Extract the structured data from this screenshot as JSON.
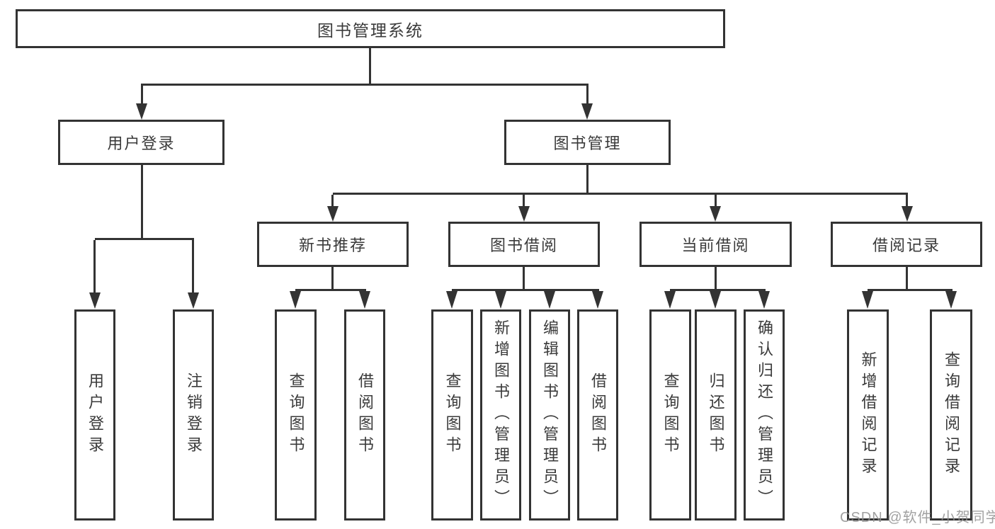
{
  "tree": {
    "root": {
      "label": "图书管理系统"
    },
    "branches": [
      {
        "label": "用户登录",
        "children": [
          {
            "label": "用户登录"
          },
          {
            "label": "注销登录"
          }
        ]
      },
      {
        "label": "图书管理",
        "children": [
          {
            "label": "新书推荐",
            "children": [
              {
                "label": "查询图书"
              },
              {
                "label": "借阅图书"
              }
            ]
          },
          {
            "label": "图书借阅",
            "children": [
              {
                "label": "查询图书"
              },
              {
                "label": "新增图书（管理员）"
              },
              {
                "label": "编辑图书（管理员）"
              },
              {
                "label": "借阅图书"
              }
            ]
          },
          {
            "label": "当前借阅",
            "children": [
              {
                "label": "查询图书"
              },
              {
                "label": "归还图书"
              },
              {
                "label": "确认归还（管理员）"
              }
            ]
          },
          {
            "label": "借阅记录",
            "children": [
              {
                "label": "新增借阅记录"
              },
              {
                "label": "查询借阅记录"
              }
            ]
          }
        ]
      }
    ]
  },
  "watermark": {
    "text": "CSDN @软件_小贺同学"
  },
  "colors": {
    "line": "#333333",
    "box_border": "#333333",
    "text": "#3a3a3a",
    "background": "#ffffff",
    "watermark": "#919191"
  }
}
